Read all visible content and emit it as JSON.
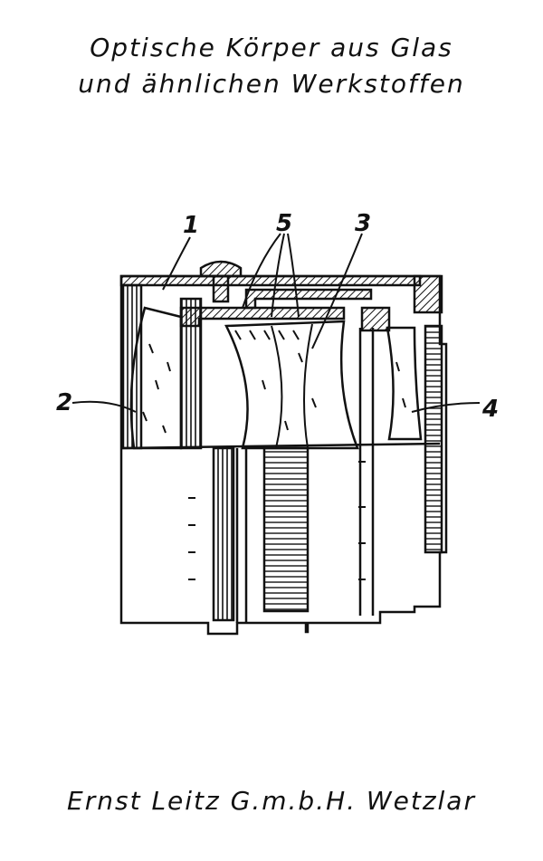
{
  "header": {
    "title_line1": "Optische Körper aus Glas",
    "title_line2": "und ähnlichen Werkstoffen"
  },
  "callouts": {
    "c1": "1",
    "c2": "2",
    "c3": "3",
    "c4": "4",
    "c5": "5"
  },
  "footer": {
    "company": "Ernst Leitz  G.m.b.H. Wetzlar"
  }
}
